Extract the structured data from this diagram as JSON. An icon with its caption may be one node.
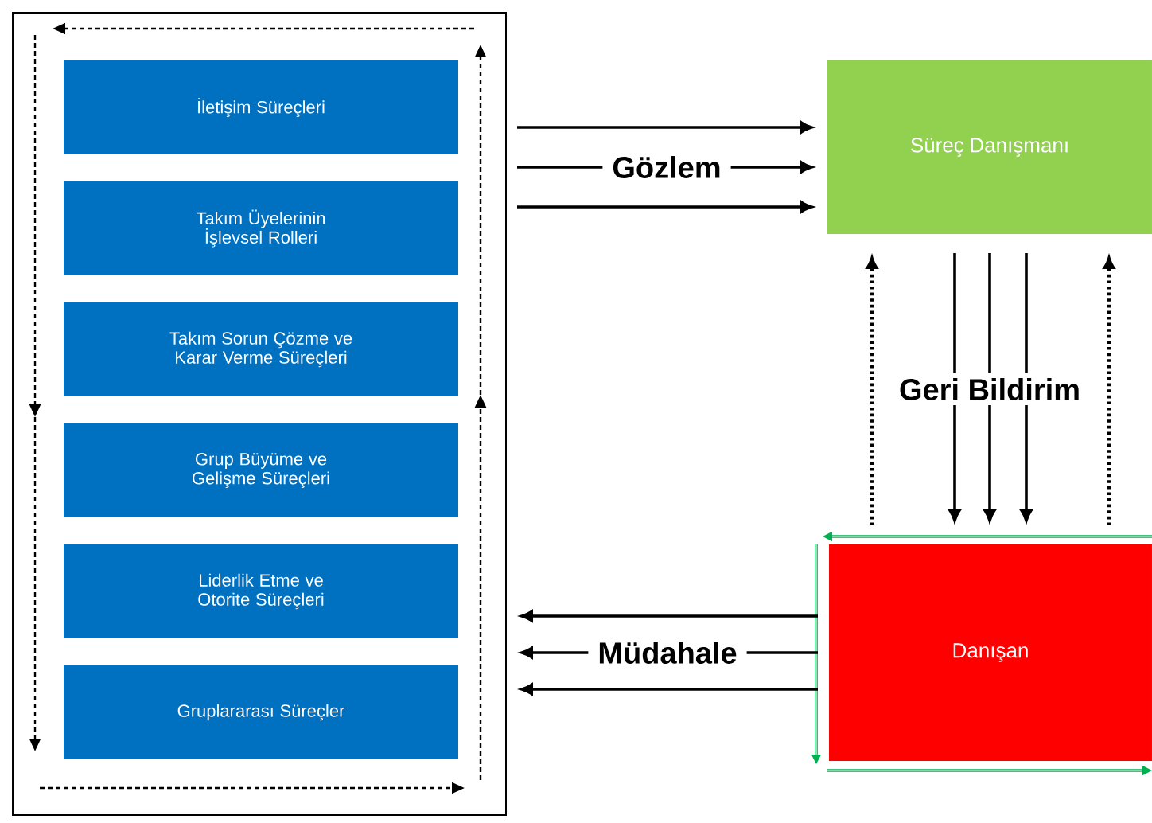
{
  "diagram": {
    "nodes": [
      {
        "text": [],
        "shape": "box"
      },
      {
        "text": [
          "İletişim Süreçleri"
        ],
        "in": 0
      },
      {
        "text": [
          "Takım Üyelerinin İşlevsel Rolleri"
        ],
        "in": 0
      },
      {
        "text": [
          "Takım Sorun Çözme ve Karar Verme Süreçleri"
        ],
        "in": 0
      },
      {
        "text": [
          "Grup Büyüme ve Gelişme Süreçleri"
        ],
        "in": 0
      },
      {
        "text": [
          "Liderlik Etme ve Otorite Süreçleri"
        ],
        "in": 0
      },
      {
        "text": [
          "Gruplararası Süreçler"
        ],
        "in": 0
      },
      {
        "text": [
          "Süreç Danışmanı"
        ]
      },
      {
        "text": [
          "Danışan"
        ]
      }
    ],
    "edges": [
      {
        "from": 0,
        "to": 7,
        "arrow": "to"
      },
      {
        "from": 0,
        "to": 7,
        "arrow": "to",
        "label": "Gözlem"
      },
      {
        "from": 0,
        "to": 7,
        "arrow": "to"
      },
      {
        "from": 8,
        "to": 7,
        "arrow": "to",
        "style": "dashed"
      },
      {
        "from": 7,
        "to": 8,
        "arrow": "to"
      },
      {
        "from": 7,
        "to": 8,
        "arrow": "to",
        "label": "Geri Bildirim"
      },
      {
        "from": 7,
        "to": 8,
        "arrow": "to"
      },
      {
        "from": 8,
        "to": 7,
        "arrow": "to",
        "style": "dashed"
      },
      {
        "from": 8,
        "to": 0,
        "arrow": "to"
      },
      {
        "from": 8,
        "to": 0,
        "arrow": "to",
        "label": "Müdahale"
      },
      {
        "from": 8,
        "to": 0,
        "arrow": "to"
      }
    ]
  }
}
